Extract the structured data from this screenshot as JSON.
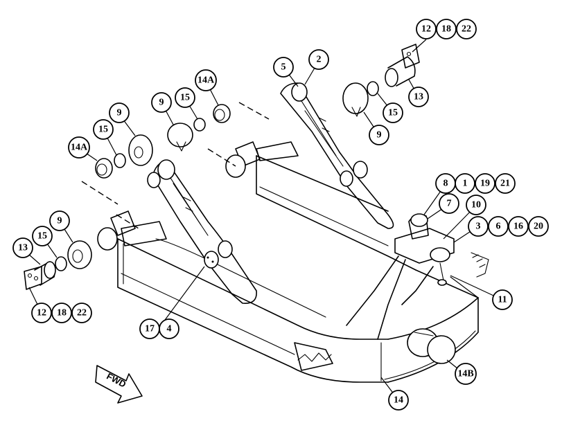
{
  "diagram": {
    "direction_label": "FWD",
    "callouts": {
      "c12a": "12",
      "c18a": "18",
      "c22a": "22",
      "c13a": "13",
      "c15a": "15",
      "c9a": "9",
      "c5": "5",
      "c2": "2",
      "c9b": "9",
      "c15b": "15",
      "c14Aa": "14A",
      "c9c": "9",
      "c15c": "15",
      "c14Ab": "14A",
      "c9d": "9",
      "c15d": "15",
      "c13b": "13",
      "c12b": "12",
      "c18b": "18",
      "c22b": "22",
      "c8": "8",
      "c1": "1",
      "c19": "19",
      "c21": "21",
      "c7": "7",
      "c10": "10",
      "c3": "3",
      "c6": "6",
      "c16": "16",
      "c20": "20",
      "c11": "11",
      "c17": "17",
      "c4": "4",
      "c14B": "14B",
      "c14": "14"
    }
  }
}
